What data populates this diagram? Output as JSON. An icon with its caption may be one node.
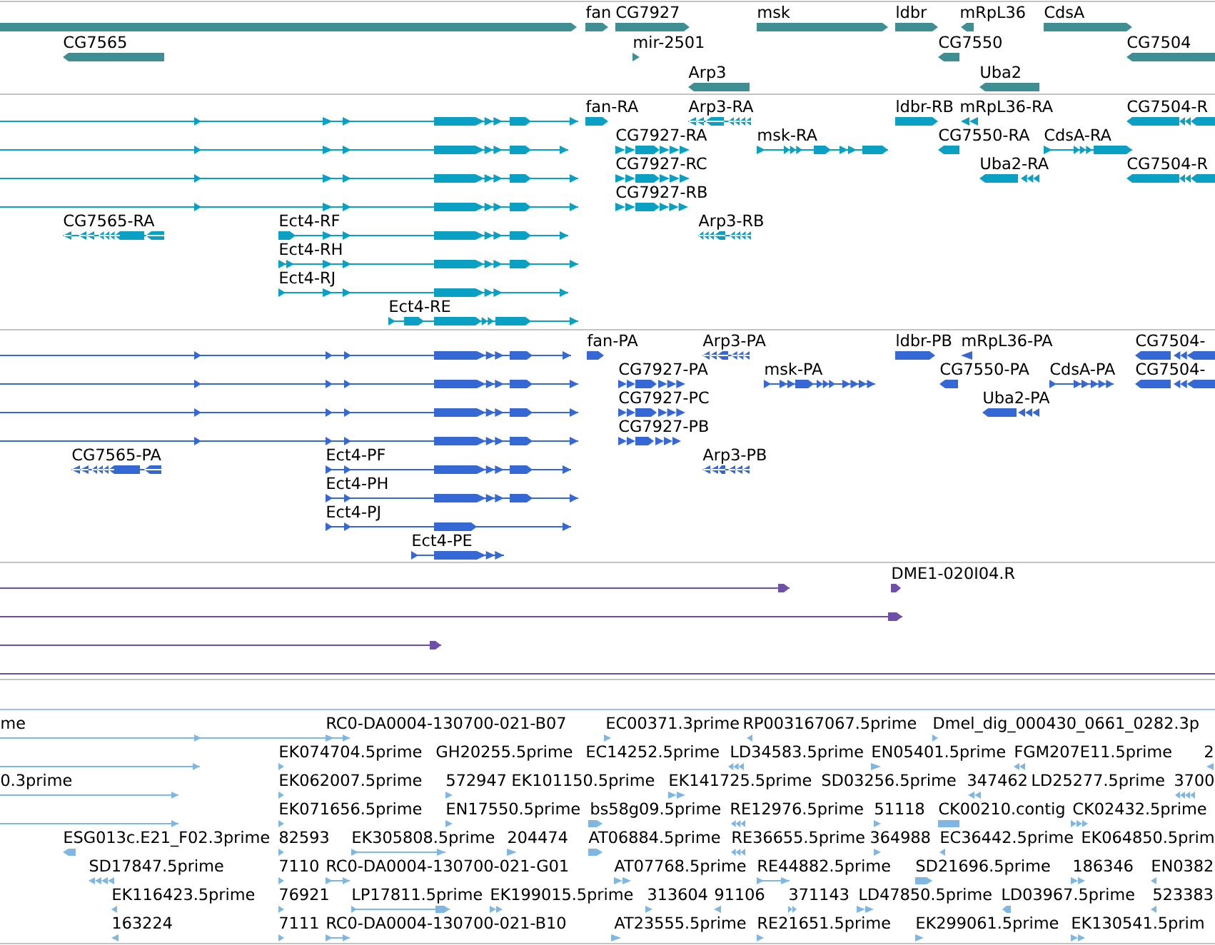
{
  "diagram": {
    "labels": [
      "fan",
      "CG7927",
      "msk",
      "ldbr",
      "mRpL36",
      "CdsA",
      "CG7565",
      "mir-2501",
      "CG7550",
      "CG7504",
      "Arp3",
      "Uba2",
      "fan-RA",
      "Arp3-RA",
      "ldbr-RB",
      "mRpL36-RA",
      "CG7504-R",
      "CG7927-RA",
      "msk-RA",
      "CG7550-RA",
      "CdsA-RA",
      "CG7927-RC",
      "Uba2-RA",
      "CG7504-R",
      "CG7927-RB",
      "CG7565-RA",
      "Ect4-RF",
      "Arp3-RB",
      "Ect4-RH",
      "Ect4-RJ",
      "Ect4-RE",
      "fan-PA",
      "Arp3-PA",
      "ldbr-PB",
      "mRpL36-PA",
      "CG7504-",
      "CG7927-PA",
      "msk-PA",
      "CG7550-PA",
      "CdsA-PA",
      "CG7504-",
      "CG7927-PC",
      "Uba2-PA",
      "CG7927-PB",
      "CG7565-PA",
      "Ect4-PF",
      "Arp3-PB",
      "Ect4-PH",
      "Ect4-PJ",
      "Ect4-PE",
      "DME1-020I04.R",
      "me",
      "RC0-DA0004-130700-021-B07",
      "EC00371.3prime",
      "RP003167067.5prime",
      "Dmel_dig_000430_0661_0282.3p",
      "EK074704.5prime",
      "GH20255.5prime",
      "EC14252.5prime",
      "LD34583.5prime",
      "EN05401.5prime",
      "FGM207E11.5prime",
      "2",
      "0.3prime",
      "EK062007.5prime",
      "572947",
      "EK101150.5prime",
      "EK141725.5prime",
      "SD03256.5prime",
      "347462",
      "LD25277.5prime",
      "3700",
      "EK071656.5prime",
      "EN17550.5prime",
      "bs58g09.5prime",
      "RE12976.5prime",
      "51118",
      "CK00210.contig",
      "CK02432.5prime",
      "ESG013c.E21_F02.3prime",
      "82593",
      "EK305808.5prime",
      "204474",
      "AT06884.5prime",
      "RE36655.5prime",
      "364988",
      "EC36442.5prime",
      "EK064850.5prim",
      "SD17847.5prime",
      "7110",
      "RC0-DA0004-130700-021-G01",
      "AT07768.5prime",
      "RE44882.5prime",
      "SD21696.5prime",
      "186346",
      "EN0382",
      "EK116423.5prime",
      "76921",
      "LP17811.5prime",
      "EK199015.5prime",
      "313604",
      "91106",
      "371143",
      "LD47850.5prime",
      "LD03967.5prime",
      "523383",
      "163224",
      "7111",
      "RC0-DA0004-130700-021-B10",
      "AT23555.5prime",
      "RE21651.5prime",
      "EK299061.5prime",
      "EK130541.5prim"
    ]
  }
}
